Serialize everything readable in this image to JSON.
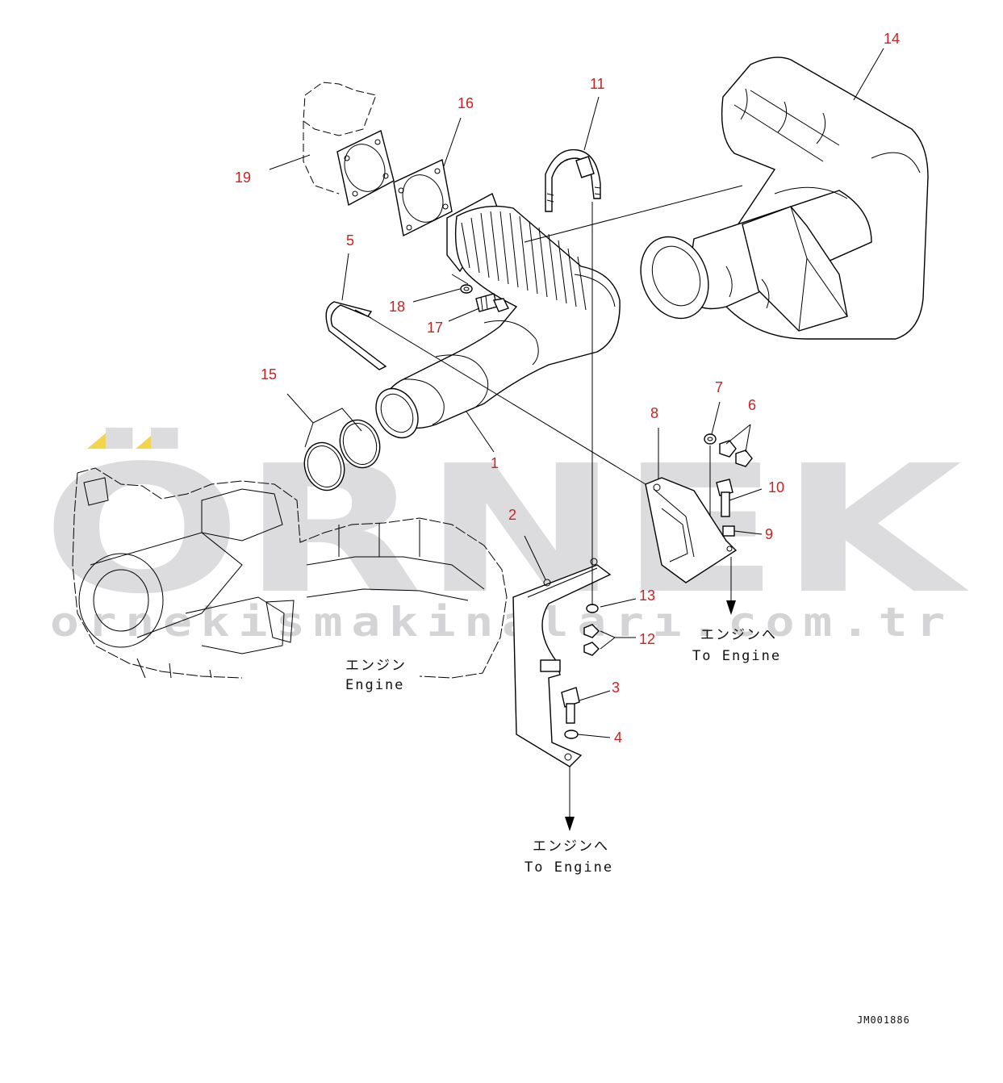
{
  "watermark": {
    "brand": "ÖRNEK",
    "url": "ornekismakinaları.com.tr"
  },
  "labels": {
    "engine_jp": "エンジン",
    "engine_en": "Engine",
    "to_engine_jp": "エンジンへ",
    "to_engine_en": "To Engine"
  },
  "part_numbers": {
    "p1": "1",
    "p2": "2",
    "p3": "3",
    "p4": "4",
    "p5": "5",
    "p6": "6",
    "p7": "7",
    "p8": "8",
    "p9": "9",
    "p10": "10",
    "p11": "11",
    "p12": "12",
    "p13": "13",
    "p14": "14",
    "p15": "15",
    "p16": "16",
    "p17": "17",
    "p18": "18",
    "p19": "19"
  },
  "drawing_code": "JM001886",
  "colors": {
    "callout": "#cc2222",
    "watermark": "#dcdcde",
    "watermark_accent": "#f2d54a"
  }
}
